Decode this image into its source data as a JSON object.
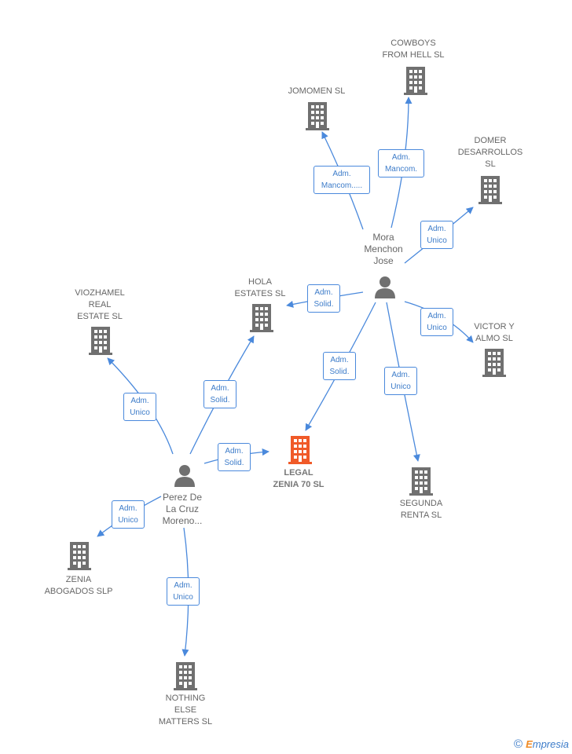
{
  "nodes": {
    "cowboys": "COWBOYS\nFROM HELL SL",
    "jomomen": "JOMOMEN SL",
    "domer": "DOMER\nDESARROLLOS\nSL",
    "mora": "Mora\nMenchon\nJose",
    "hola": "HOLA\nESTATES SL",
    "viozhamel": "VIOZHAMEL\nREAL\nESTATE SL",
    "victor": "VICTOR Y\nALMO SL",
    "legal": "LEGAL\nZENIA 70 SL",
    "segunda": "SEGUNDA\nRENTA SL",
    "perez": "Perez De\nLa Cruz\nMoreno...",
    "zenia": "ZENIA\nABOGADOS SLP",
    "nothing": "NOTHING\nELSE\nMATTERS SL"
  },
  "edges": {
    "mora_jomomen": "Adm.\nMancom.....",
    "mora_cowboys": "Adm.\nMancom.",
    "mora_domer": "Adm.\nUnico",
    "mora_hola": "Adm.\nSolid.",
    "mora_victor": "Adm.\nUnico",
    "mora_legal": "Adm.\nSolid.",
    "mora_segunda": "Adm.\nUnico",
    "perez_viozhamel": "Adm.\nUnico",
    "perez_hola": "Adm.\nSolid.",
    "perez_legal": "Adm.\nSolid.",
    "perez_zenia": "Adm.\nUnico",
    "perez_nothing": "Adm.\nUnico"
  },
  "colors": {
    "edge": "#4a89dc",
    "building": "#707070",
    "focus_building": "#f05a28",
    "person": "#707070"
  },
  "icons": {
    "company": "building-icon",
    "person": "person-icon"
  },
  "branding": {
    "copyright": "©",
    "initial": "E",
    "rest": "mpresia"
  }
}
